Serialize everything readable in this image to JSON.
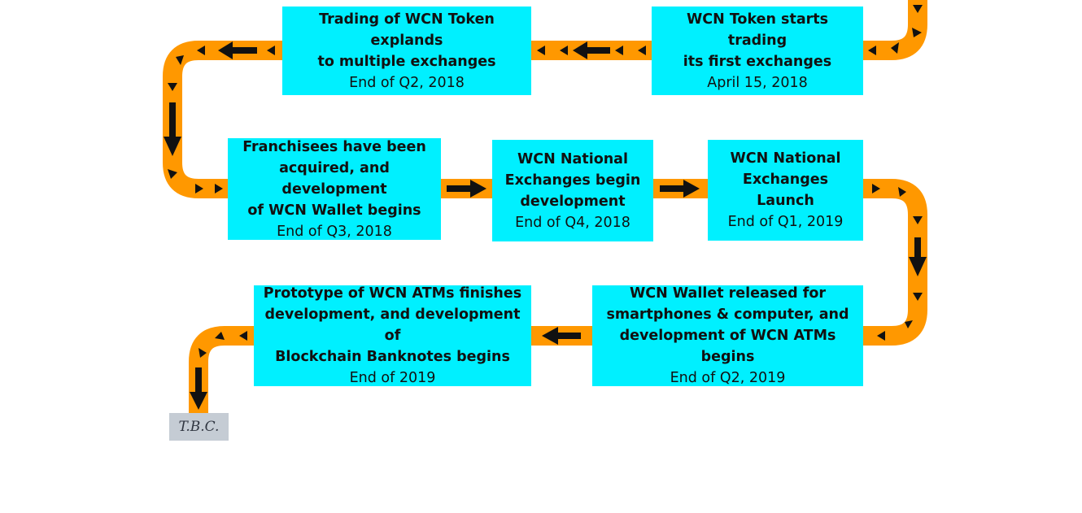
{
  "colors": {
    "path": "#FF9800",
    "box": "#00F0FF",
    "arrow": "#111111",
    "tbc_box": "#C5CCD4"
  },
  "milestones": [
    {
      "title": "WCN Token starts trading\nits first exchanges",
      "date": "April 15, 2018"
    },
    {
      "title": "Trading of WCN Token explands\nto multiple exchanges",
      "date": "End of Q2, 2018"
    },
    {
      "title": "Franchisees have been\nacquired, and development\nof WCN Wallet begins",
      "date": "End of Q3, 2018"
    },
    {
      "title": "WCN National\nExchanges begin\ndevelopment",
      "date": "End of Q4, 2018"
    },
    {
      "title": "WCN National\nExchanges Launch",
      "date": "End of Q1, 2019"
    },
    {
      "title": "WCN Wallet released for\nsmartphones & computer, and\ndevelopment of WCN ATMs begins",
      "date": "End of Q2, 2019"
    },
    {
      "title": "Prototype of WCN ATMs finishes\ndevelopment, and development of\nBlockchain Banknotes begins",
      "date": "End of 2019"
    }
  ],
  "end_label": "T.B.C."
}
